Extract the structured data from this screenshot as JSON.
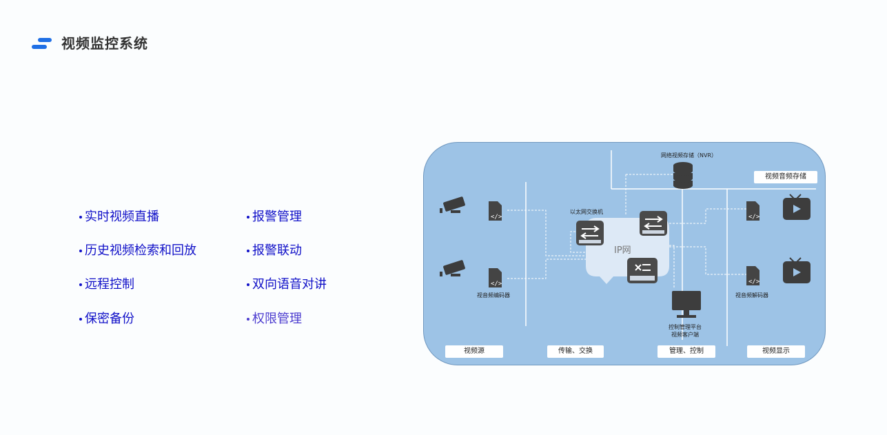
{
  "header": {
    "title": "视频监控系统",
    "logo_icon": "menu-bars-icon",
    "accent_color": "#1f6fe5"
  },
  "features": {
    "left": [
      "实时视频直播",
      "历史视频检索和回放",
      "远程控制",
      "保密备份"
    ],
    "right": [
      "报警管理",
      "报警联动",
      "双向语音对讲",
      "权限管理"
    ],
    "color": "#1010c8"
  },
  "diagram": {
    "nvr_label": "网络视频存储（NVR）",
    "storage_tag": "视频音频存储",
    "switch_label": "以太网交换机",
    "ip_label": "IP网",
    "encoder_label": "视音频编码器",
    "decoder_label": "视音频解码器",
    "platform_line1": "控制管理平台",
    "platform_line2": "视频客户端",
    "bottom_tags": [
      "视频源",
      "传输、交换",
      "管理、控制",
      "视频显示"
    ],
    "icons": [
      "cctv-camera-icon",
      "encoder-file-icon",
      "switch-icon",
      "database-icon",
      "monitor-icon",
      "tv-play-icon"
    ]
  }
}
